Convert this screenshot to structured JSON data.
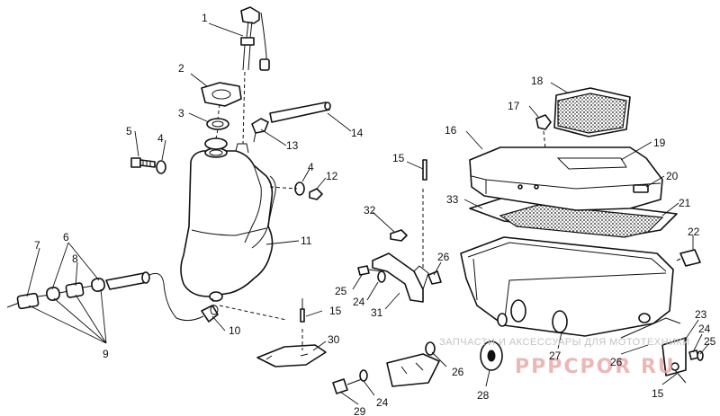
{
  "diagram": {
    "callouts": [
      "1",
      "2",
      "3",
      "4",
      "5",
      "4",
      "12",
      "13",
      "14",
      "15",
      "16",
      "17",
      "18",
      "19",
      "20",
      "33",
      "21",
      "22",
      "11",
      "32",
      "26",
      "25",
      "24",
      "31",
      "15",
      "30",
      "7",
      "6",
      "8",
      "10",
      "9",
      "23",
      "24",
      "25",
      "26",
      "27",
      "28",
      "24",
      "29",
      "15"
    ],
    "watermark": {
      "text": "ЗАПЧАСТИ И АКСЕССУАРЫ ДЛЯ МОТОТЕХНИКИ",
      "logo": "PPPCPOR RU"
    },
    "colors": {
      "line": "#111111",
      "background": "#ffffff",
      "watermark_text": "#c9c2c2",
      "watermark_logo": "#e8a6a6"
    }
  }
}
